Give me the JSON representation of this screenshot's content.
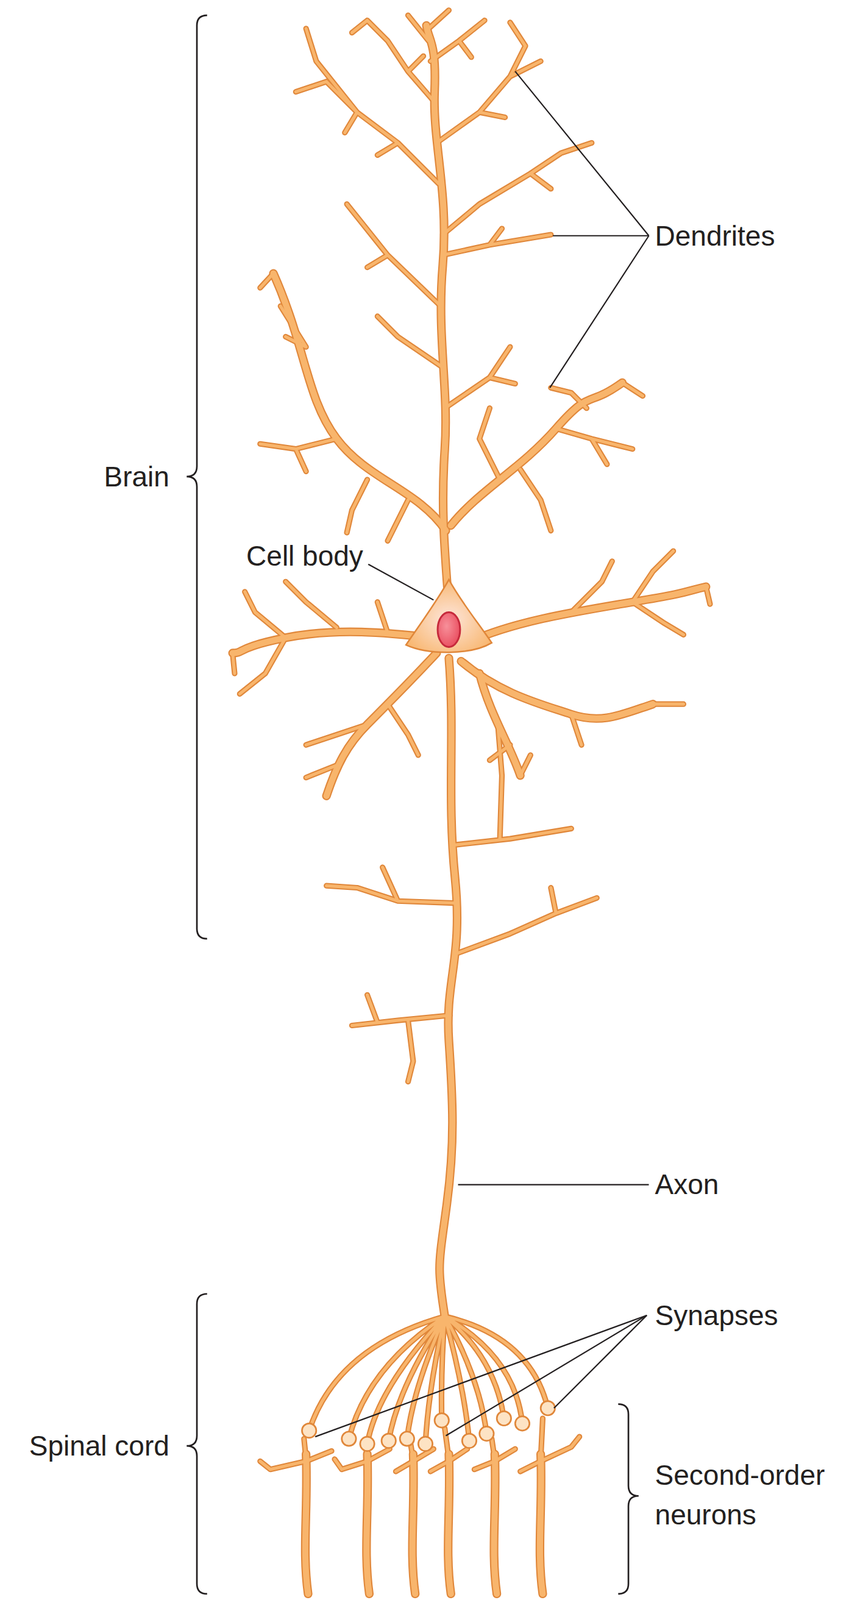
{
  "diagram": {
    "labels": [
      "Dendrites",
      "Brain",
      "Cell body",
      "Axon",
      "Synapses",
      "Spinal cord",
      "Second-order neurons"
    ]
  }
}
